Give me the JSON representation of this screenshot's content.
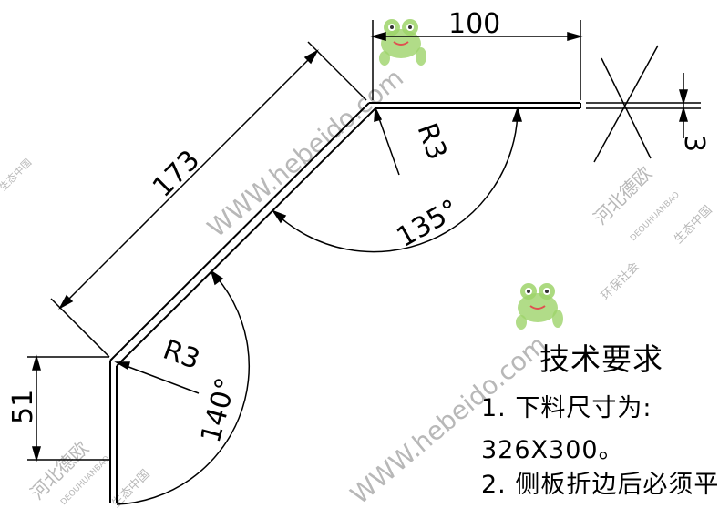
{
  "dimensions": {
    "top_flange_length": "100",
    "diagonal_length": "173",
    "bottom_flange_length": "51",
    "top_bend_radius": "R3",
    "bottom_bend_radius": "R3",
    "top_bend_angle": "135°",
    "bottom_bend_angle": "140°",
    "thickness": "3"
  },
  "notes": {
    "title": "技术要求",
    "item1_line1": "1. 下料尺寸为:",
    "item1_line2": "326X300。",
    "item2": "2. 侧板折边后必须平"
  },
  "watermarks": {
    "url": "WWW.hebeido.com",
    "company": "河北德欧",
    "pinyin": "DEOUHUANBAO",
    "slogan": "环保社会",
    "slogan2": "生态中国",
    "frog_icon": "frog-mascot-icon"
  },
  "colors": {
    "line": "#000000",
    "watermark": "#b8b8b8",
    "frog_green": "#7cc242"
  }
}
